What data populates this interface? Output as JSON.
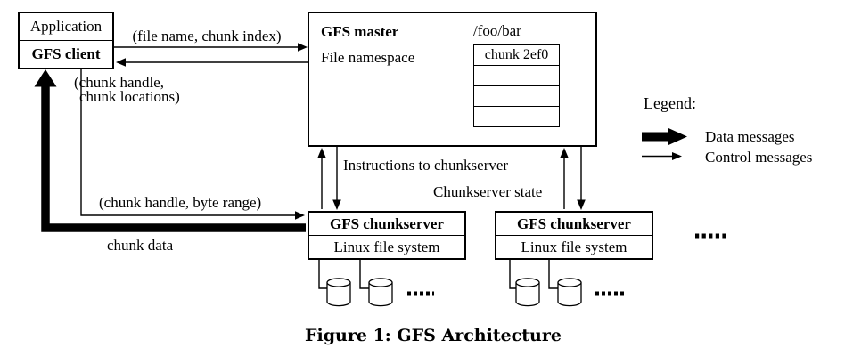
{
  "colors": {
    "ink": "#000000",
    "background": "#ffffff"
  },
  "client_box": {
    "application": "Application",
    "client": "GFS client"
  },
  "master_box": {
    "title": "GFS master",
    "namespace": "File namespace",
    "path": "/foo/bar",
    "chunk_rows": [
      "chunk 2ef0",
      "",
      "",
      ""
    ]
  },
  "chunkservers": [
    {
      "title": "GFS chunkserver",
      "fs": "Linux file system"
    },
    {
      "title": "GFS chunkserver",
      "fs": "Linux file system"
    }
  ],
  "messages": {
    "request": "(file name, chunk index)",
    "reply_line1": "(chunk handle,",
    "reply_line2": "chunk locations)",
    "instructions": "Instructions to chunkserver",
    "state": "Chunkserver state",
    "read_request": "(chunk handle, byte range)",
    "data": "chunk data"
  },
  "legend": {
    "title": "Legend:",
    "data_messages": "Data messages",
    "control_messages": "Control messages"
  },
  "caption": "Figure 1: GFS Architecture"
}
